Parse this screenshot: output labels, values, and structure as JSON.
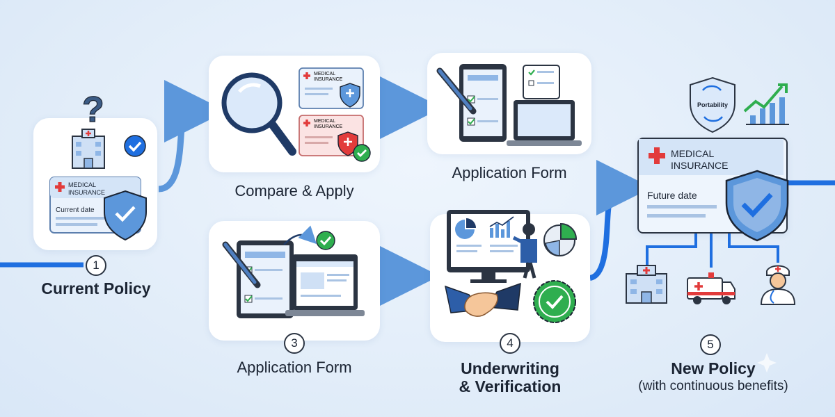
{
  "steps": [
    {
      "number": "1",
      "title": "Current Policy"
    },
    {
      "number": "",
      "title": "Compare & Apply"
    },
    {
      "number": "",
      "title": "Application Form"
    },
    {
      "number": "3",
      "title": "Application Form"
    },
    {
      "number": "4",
      "title": "Underwriting",
      "subtitle": "& Verification"
    },
    {
      "number": "5",
      "title": "New Policy",
      "subtitle": "(with continuous benefits)"
    }
  ],
  "cards": {
    "current_policy": {
      "line1": "MEDICAL",
      "line2": "INSURANCE",
      "date": "Current date",
      "question": "?"
    },
    "compare_top": {
      "line1": "MEDICAL",
      "line2": "INSURANCE"
    },
    "compare_bottom": {
      "line1": "MEDICAL",
      "line2": "INSURANCE"
    },
    "new_policy": {
      "line1": "MEDICAL",
      "line2": "INSURANCE",
      "date": "Future date"
    }
  },
  "portability_badge": "Portability",
  "colors": {
    "accent_blue": "#1f6fe0",
    "flow_blue": "#5c97db",
    "check_green": "#2fae4f",
    "cross_red": "#e23b3b",
    "card_white": "#ffffff"
  },
  "icons": [
    "question-mark-icon",
    "hospital-icon",
    "checkmark-badge-icon",
    "shield-check-icon",
    "magnifying-glass-icon",
    "pen-icon",
    "tablet-icon",
    "laptop-icon",
    "checklist-icon",
    "monitor-dashboard-icon",
    "presenter-icon",
    "pie-chart-icon",
    "handshake-icon",
    "seal-check-icon",
    "portability-shield-icon",
    "growth-chart-icon",
    "ambulance-icon",
    "doctor-icon"
  ]
}
